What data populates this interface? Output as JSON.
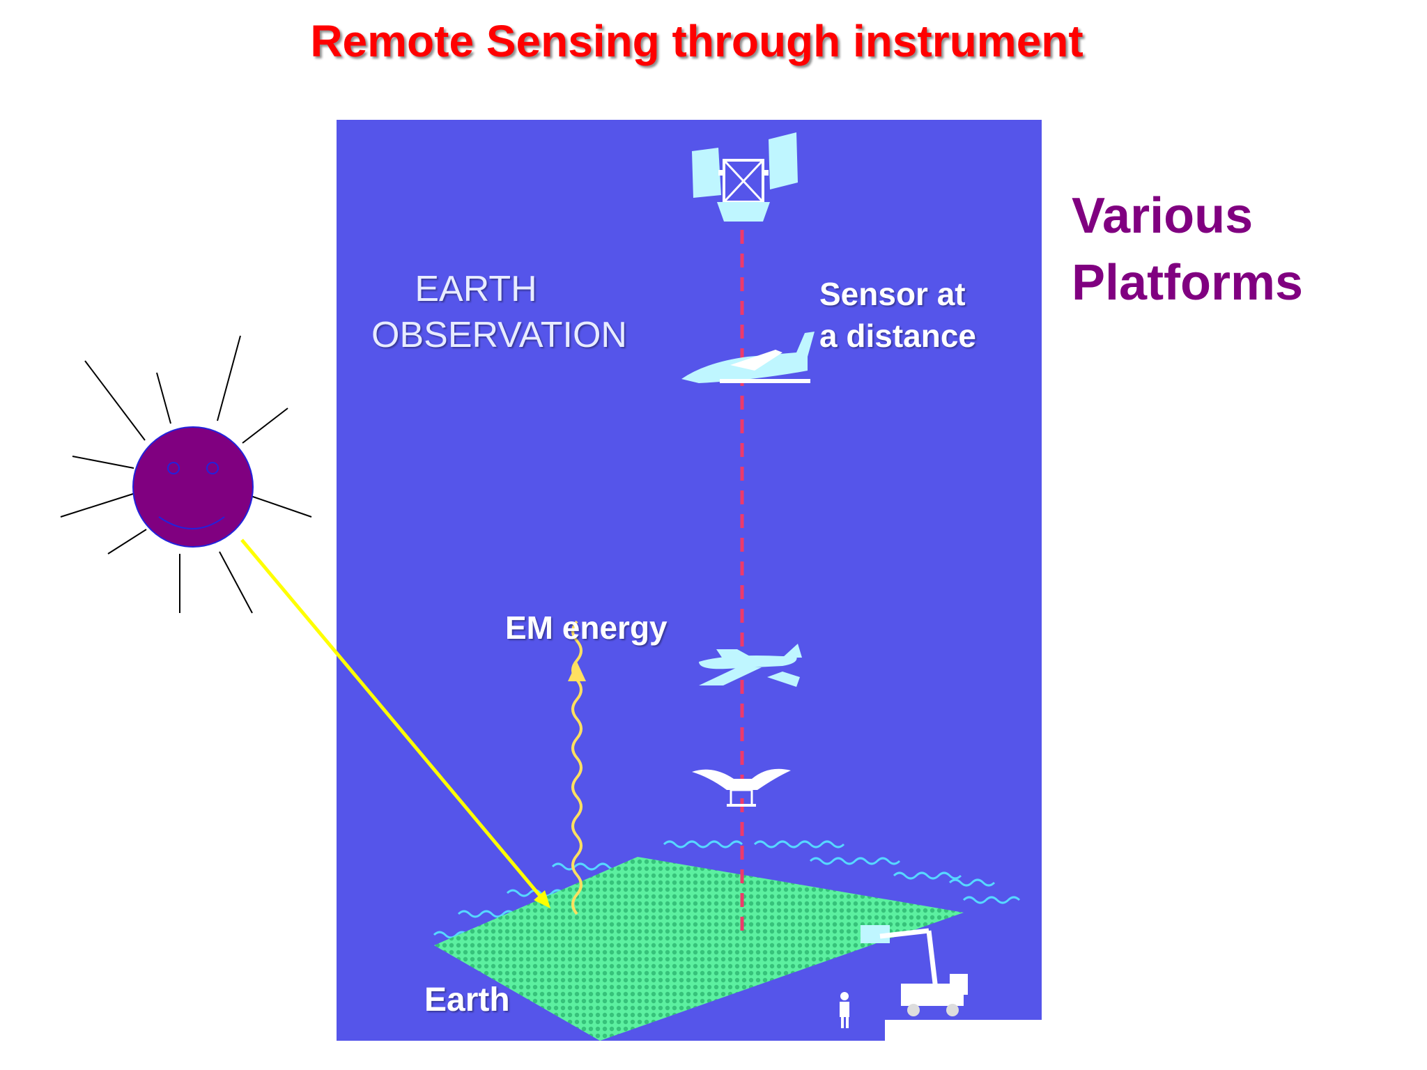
{
  "slide": {
    "title": "Remote Sensing through instrument",
    "side_label": [
      "Various",
      "Platforms"
    ]
  },
  "diagram": {
    "heading_lines": [
      "EARTH",
      "OBSERVATION"
    ],
    "sensor_lines": [
      "Sensor at",
      "a distance"
    ],
    "em_label": "EM energy",
    "ground_label": "Earth"
  },
  "icons": [
    "sun-icon",
    "satellite-icon",
    "jet-icon",
    "airplane-icon",
    "glider-icon",
    "crane-truck-icon",
    "person-icon",
    "up-arrow-icon"
  ],
  "colors": {
    "title": "#ff0000",
    "side_label": "#800080",
    "panel_bg": "#5555ea",
    "ground": "#5cf0a0",
    "sun_face": "#800080",
    "sun_outline": "#2222dd",
    "sunbeam": "#ffff00",
    "em_wave": "#ffe060",
    "platform": "#bff6ff",
    "dashed_line": "#ee3a6a",
    "panel_text": "#ffffff"
  }
}
